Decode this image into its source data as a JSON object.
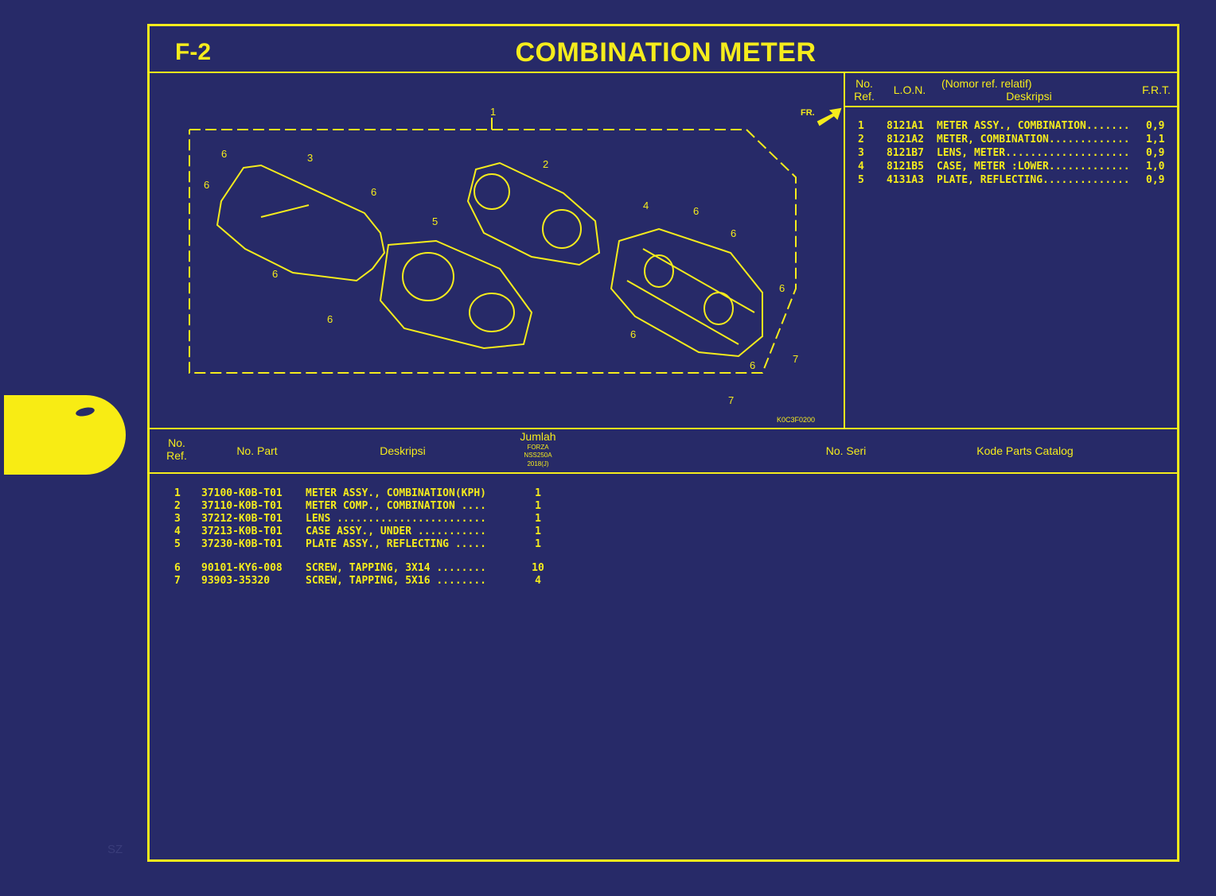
{
  "section_code": "F-2",
  "title": "COMBINATION METER",
  "page_number": "SZ",
  "diagram": {
    "code": "K0C3F0200",
    "front_arrow": "FR.",
    "callouts": [
      "1",
      "2",
      "3",
      "4",
      "5",
      "6",
      "6",
      "6",
      "6",
      "6",
      "6",
      "6",
      "6",
      "6",
      "6",
      "7",
      "7"
    ]
  },
  "labor_table": {
    "headers": {
      "no_ref": "No.\nRef.",
      "lon": "L.O.N.",
      "nomor_ref": "(Nomor ref. relatif)",
      "deskripsi": "Deskripsi",
      "frt": "F.R.T."
    },
    "rows": [
      {
        "ref": "1",
        "lon": "8121A1",
        "desc": "METER ASSY., COMBINATION.......",
        "frt": "0,9"
      },
      {
        "ref": "2",
        "lon": "8121A2",
        "desc": "METER, COMBINATION.............",
        "frt": "1,1"
      },
      {
        "ref": "3",
        "lon": "8121B7",
        "desc": "LENS, METER....................",
        "frt": "0,9"
      },
      {
        "ref": "4",
        "lon": "8121B5",
        "desc": "CASE, METER :LOWER.............",
        "frt": "1,0"
      },
      {
        "ref": "5",
        "lon": "4131A3",
        "desc": "PLATE, REFLECTING..............",
        "frt": "0,9"
      }
    ]
  },
  "parts_table": {
    "headers": {
      "no_ref": "No.\nRef.",
      "no_part": "No. Part",
      "deskripsi": "Deskripsi",
      "jumlah": "Jumlah",
      "model_line1": "FORZA",
      "model_line2": "NSS250A",
      "model_line3": "2018(J)",
      "no_seri": "No. Seri",
      "kode": "Kode Parts Catalog"
    },
    "rows": [
      {
        "ref": "1",
        "part": "37100-K0B-T01",
        "desc": "METER ASSY., COMBINATION(KPH)",
        "qty": "1"
      },
      {
        "ref": "2",
        "part": "37110-K0B-T01",
        "desc": "METER COMP., COMBINATION ....",
        "qty": "1"
      },
      {
        "ref": "3",
        "part": "37212-K0B-T01",
        "desc": "LENS ........................",
        "qty": "1"
      },
      {
        "ref": "4",
        "part": "37213-K0B-T01",
        "desc": "CASE ASSY., UNDER ...........",
        "qty": "1"
      },
      {
        "ref": "5",
        "part": "37230-K0B-T01",
        "desc": "PLATE ASSY., REFLECTING .....",
        "qty": "1"
      },
      {
        "ref": "6",
        "part": "90101-KY6-008",
        "desc": "SCREW, TAPPING, 3X14 ........",
        "qty": "10"
      },
      {
        "ref": "7",
        "part": "93903-35320",
        "desc": "SCREW, TAPPING, 5X16 ........",
        "qty": "4"
      }
    ]
  }
}
